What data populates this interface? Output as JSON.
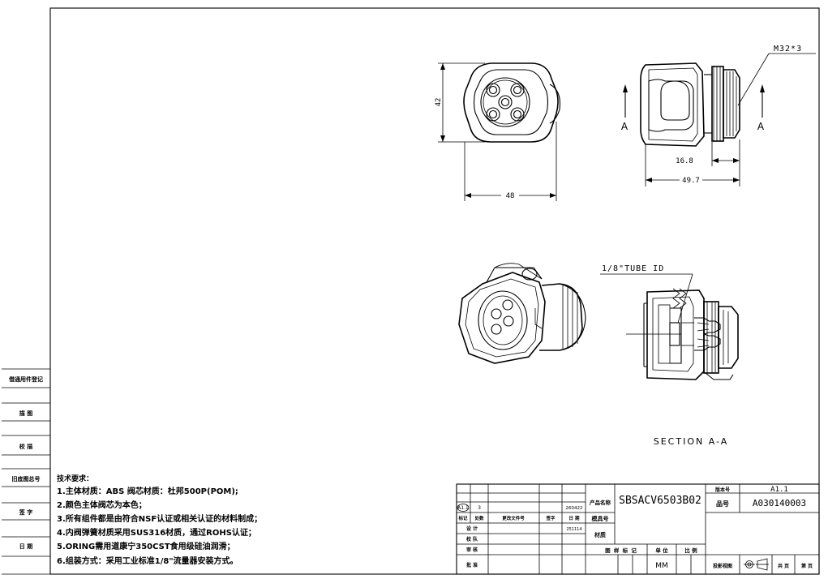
{
  "left_margin": {
    "items": [
      "借通用件登记",
      "描  图",
      "校  描",
      "旧底图总号",
      "签  字",
      "日  期"
    ]
  },
  "dimensions": {
    "height_42": "42",
    "width_48": "48",
    "thread": "M32*3",
    "len_16_8": "16.8",
    "len_49_7": "49.7",
    "section_left": "A",
    "section_right": "A",
    "tube_id": "1/8\"TUBE ID",
    "section_title": "SECTION A-A"
  },
  "tech_requirements": {
    "heading": "技术要求：",
    "lines": [
      "1.主体材质：ABS  阀芯材质：杜邦500P(POM);",
      "2.颜色主体阀芯为本色；",
      "3.所有组件都是由符合NSF认证或相关认证的材料制成；",
      "4.内阀弹簧材质采用SUS316材质，通过ROHS认证；",
      "5.ORING需用道康宁350CST食用级硅油润滑；",
      "6.组装方式：采用工业标准1/8\"流量器安装方式。"
    ]
  },
  "title_block": {
    "rev_mark": "A1.1",
    "rev_qty": "3",
    "rev_date": "260422",
    "sign_date": "251114",
    "col_mark": "标记",
    "col_qty": "处数",
    "col_doc": "更改文件号",
    "col_sign": "签字",
    "col_date": "日  期",
    "design": "设  计",
    "check": "校  队",
    "review": "审  核",
    "approve": "批  准",
    "product_name_label": "产品名称",
    "product_name": "SBSACV6503B02",
    "mold_no_label": "模具号",
    "material_label": "材质",
    "drawing_mark_label": "图 样 标 记",
    "unit_label": "单  位",
    "unit_value": "MM",
    "scale_label": "比  例",
    "version_label": "版本号",
    "version_value": "A1.1",
    "part_no_label": "品号",
    "part_no_value": "A030140003",
    "projection_label": "投影视图",
    "total_pages_label": "共  页",
    "page_label": "第  页"
  }
}
